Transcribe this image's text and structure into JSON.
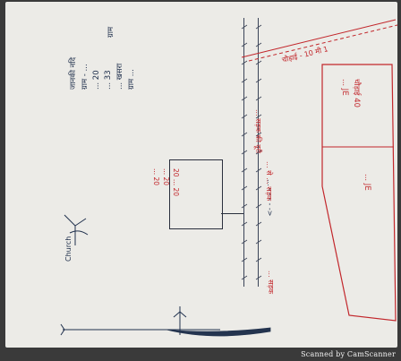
{
  "colors": {
    "ink_blue": "#20304d",
    "ink_red": "#c2262b",
    "paper": "#ecebe7",
    "background": "#3a3a3a"
  },
  "left_notes": [
    "जानकी नदि",
    "ग्राम - ...",
    "... 20",
    "... 33",
    "... खसरा",
    "ग्राम ... "
  ],
  "side_note": "ग्राम",
  "top_red_text": "चौड़ाई - 10 मी 1",
  "road_labels": [
    "... सड़क की दूरी",
    "... से ... सड़क",
    "... - - - - ->",
    "... सड़क"
  ],
  "red_box_top": [
    "चौड़ाई 40",
    "... JE"
  ],
  "red_box_bottom": [
    "... JE"
  ],
  "plot_box": [
    "20 ... 20",
    "... 20",
    "... 20"
  ],
  "compass_label": "Church",
  "footer": "Scanned by CamScanner"
}
